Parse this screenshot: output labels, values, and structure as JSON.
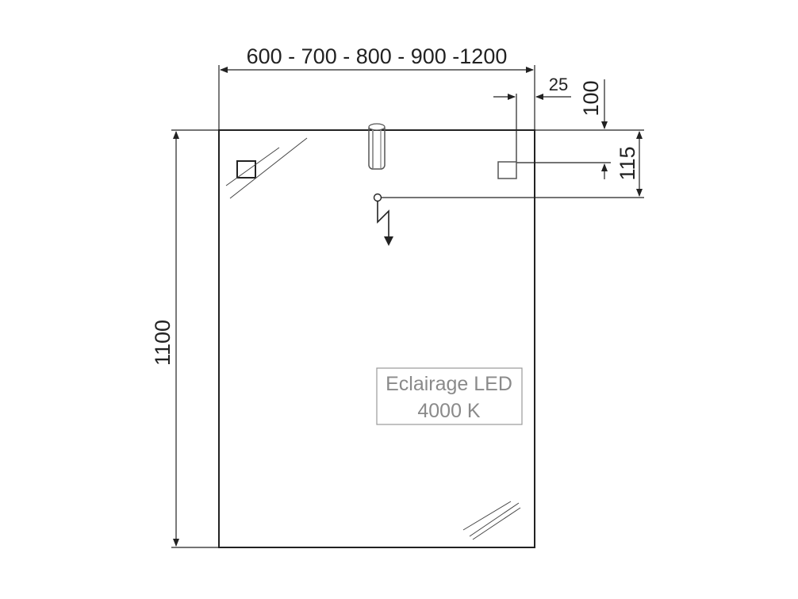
{
  "dimensions": {
    "width_label": "600 - 700 - 800 - 900 -1200",
    "height_label": "1100",
    "offset_side_label": "25",
    "offset_top_label": "100",
    "offset_outlet_label": "115"
  },
  "lighting_label": {
    "line1": "Eclairage LED",
    "line2": "4000 K"
  }
}
